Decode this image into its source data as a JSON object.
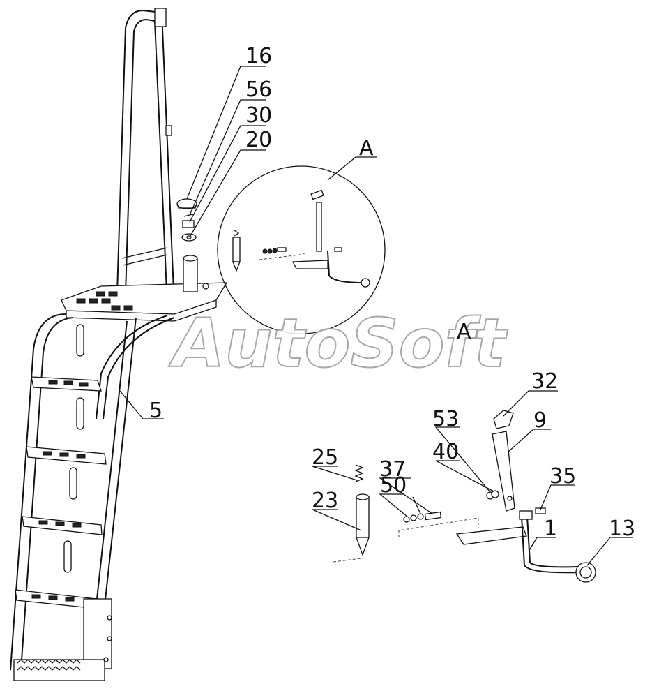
{
  "watermark": "AutoSoft",
  "detail_view": {
    "label": "A"
  },
  "callouts": {
    "c16": "16",
    "c56": "56",
    "c30": "30",
    "c20": "20",
    "cA": "A",
    "c5": "5",
    "c32": "32",
    "c53": "53",
    "c9": "9",
    "c40": "40",
    "c37": "37",
    "c25": "25",
    "c50": "50",
    "c35": "35",
    "c23": "23",
    "c1": "1",
    "c13": "13"
  }
}
